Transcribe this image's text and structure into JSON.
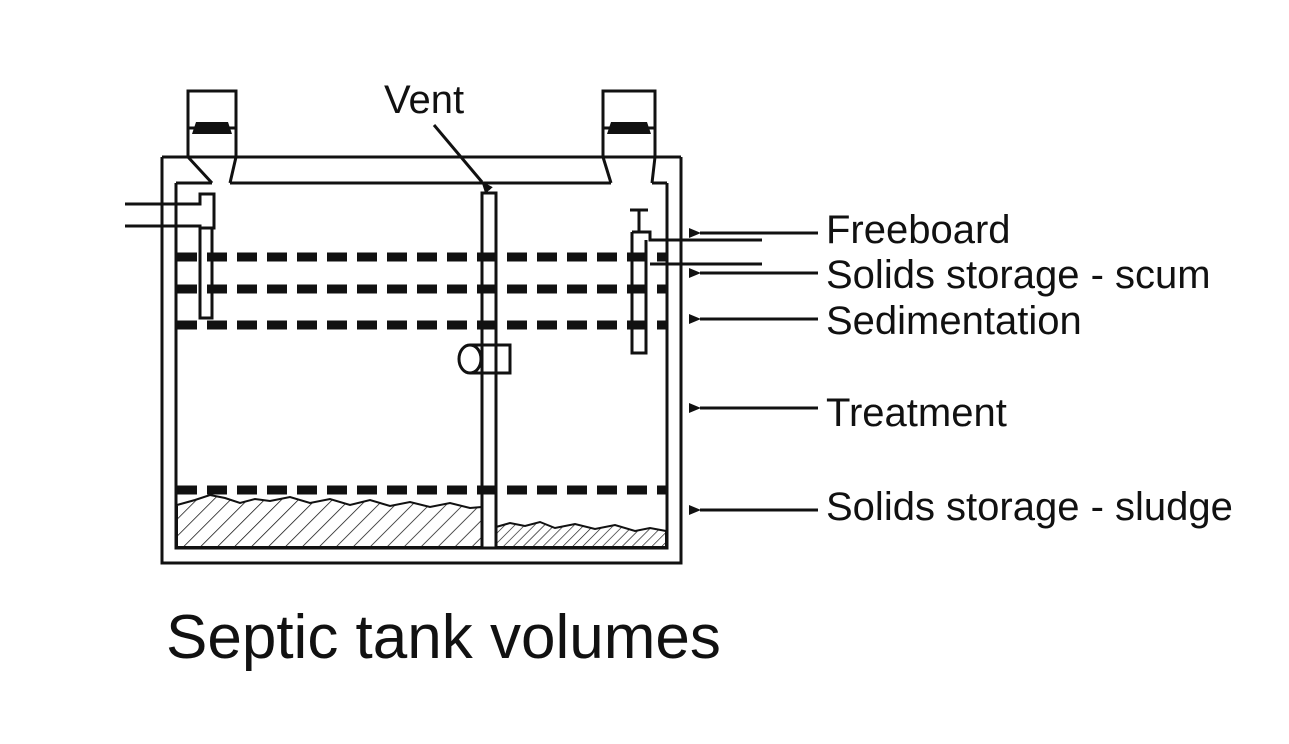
{
  "diagram": {
    "title": "Septic tank volumes",
    "vent_label": "Vent",
    "zones": [
      {
        "id": "freeboard",
        "label": "Freeboard"
      },
      {
        "id": "scum",
        "label": "Solids storage - scum"
      },
      {
        "id": "sedimentation",
        "label": "Sedimentation"
      },
      {
        "id": "treatment",
        "label": "Treatment"
      },
      {
        "id": "sludge",
        "label": "Solids storage - sludge"
      }
    ],
    "colors": {
      "ink": "#111111",
      "background": "#ffffff"
    }
  }
}
